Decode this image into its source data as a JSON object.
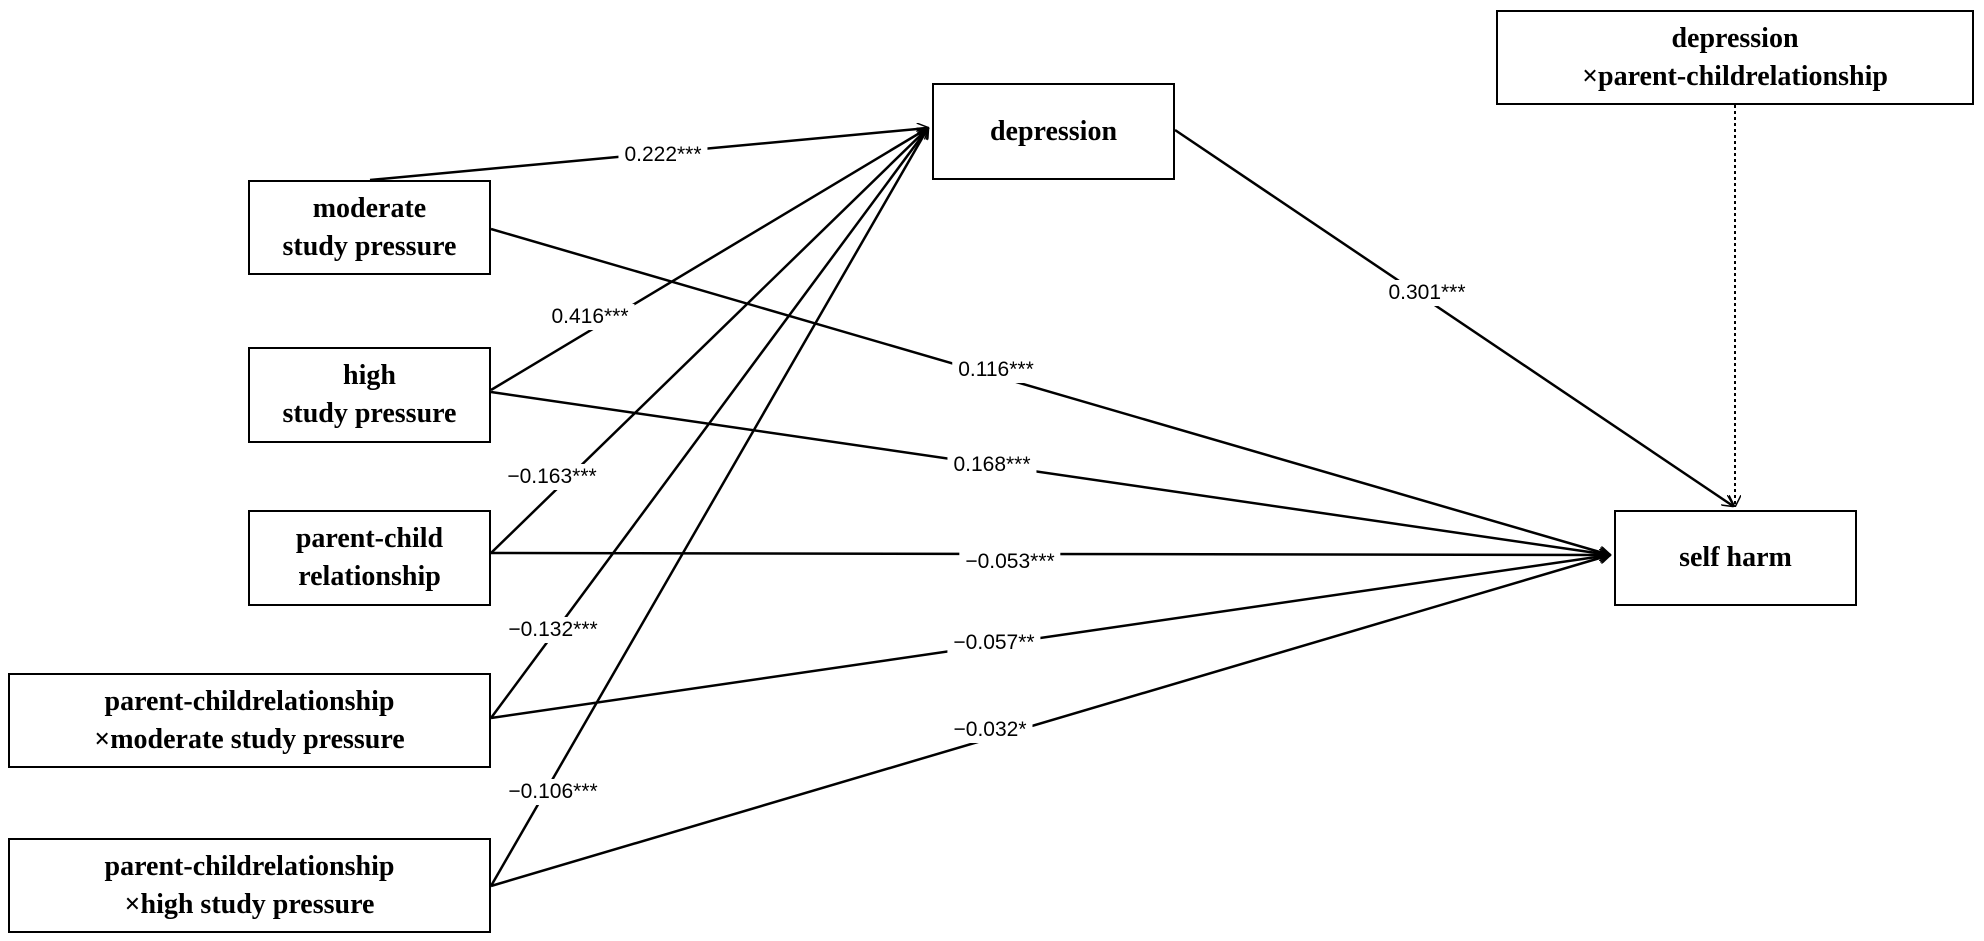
{
  "nodes": {
    "depression": {
      "lines": [
        "depression"
      ]
    },
    "depression_x_pcr": {
      "lines": [
        "depression",
        "×parent-childrelationship"
      ]
    },
    "moderate_study_pressure": {
      "lines": [
        "moderate",
        "study pressure"
      ]
    },
    "high_study_pressure": {
      "lines": [
        "high",
        "study pressure"
      ]
    },
    "parent_child_relationship": {
      "lines": [
        "parent-child",
        "relationship"
      ]
    },
    "pcr_x_moderate": {
      "lines": [
        "parent-childrelationship",
        "×moderate study pressure"
      ]
    },
    "pcr_x_high": {
      "lines": [
        "parent-childrelationship",
        "×high study pressure"
      ]
    },
    "self_harm": {
      "lines": [
        "self harm"
      ]
    }
  },
  "paths": [
    {
      "from": "moderate_study_pressure",
      "to": "depression",
      "coef": "0.222***"
    },
    {
      "from": "high_study_pressure",
      "to": "depression",
      "coef": "0.416***"
    },
    {
      "from": "parent_child_relationship",
      "to": "depression",
      "coef": "−0.163***"
    },
    {
      "from": "pcr_x_moderate",
      "to": "depression",
      "coef": "−0.132***"
    },
    {
      "from": "pcr_x_high",
      "to": "depression",
      "coef": "−0.106***"
    },
    {
      "from": "depression",
      "to": "self_harm",
      "coef": "0.301***"
    },
    {
      "from": "moderate_study_pressure",
      "to": "self_harm",
      "coef": "0.116***"
    },
    {
      "from": "high_study_pressure",
      "to": "self_harm",
      "coef": "0.168***"
    },
    {
      "from": "parent_child_relationship",
      "to": "self_harm",
      "coef": "−0.053***"
    },
    {
      "from": "pcr_x_moderate",
      "to": "self_harm",
      "coef": "−0.057**"
    },
    {
      "from": "pcr_x_high",
      "to": "self_harm",
      "coef": "−0.032*"
    },
    {
      "from": "depression_x_pcr",
      "to": "self_harm",
      "coef": "",
      "style": "dotted"
    }
  ]
}
